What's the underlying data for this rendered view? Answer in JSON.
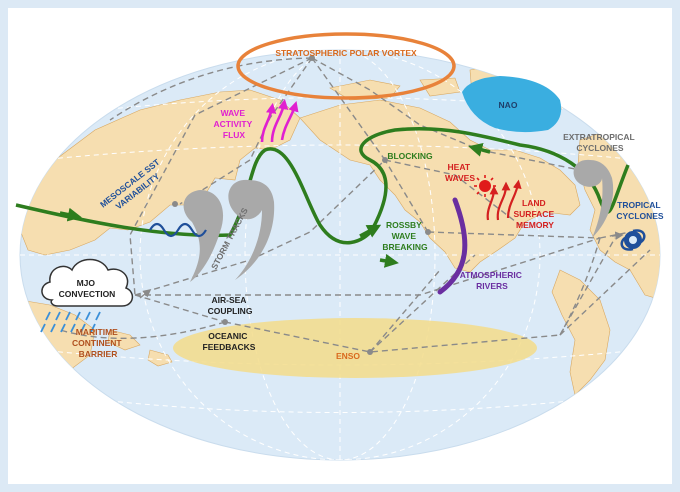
{
  "labels": {
    "polar_vortex": "STRATOSPHERIC POLAR VORTEX",
    "nao": "NAO",
    "wave_activity": [
      "WAVE",
      "ACTIVITY",
      "FLUX"
    ],
    "blocking": "BLOCKING",
    "heat_waves": [
      "HEAT",
      "WAVES"
    ],
    "extratropical": [
      "EXTRATROPICAL",
      "CYCLONES"
    ],
    "tropical": [
      "TROPICAL",
      "CYCLONES"
    ],
    "mesoscale_sst": [
      "MESOSCALE SST",
      "VARIABILITY"
    ],
    "storm_tracks": "STORM TRACKS",
    "rossby": [
      "ROSSBY",
      "WAVE",
      "BREAKING"
    ],
    "land_surface": [
      "LAND",
      "SURFACE",
      "MEMORY"
    ],
    "mjo": [
      "MJO",
      "CONVECTION"
    ],
    "atmospheric_rivers": [
      "ATMOSPHERIC",
      "RIVERS"
    ],
    "air_sea": [
      "AIR-SEA",
      "COUPLING"
    ],
    "oceanic": [
      "OCEANIC",
      "FEEDBACKS"
    ],
    "enso": "ENSO",
    "maritime": [
      "MARITIME",
      "CONTINENT",
      "BARRIER"
    ]
  },
  "colors": {
    "ocean": "#dbeaf7",
    "land": "#f6deb0",
    "jet": "#2e7d1e",
    "vortex": "#e8823a",
    "nao": "#3aaee0",
    "enso": "#f3dc8a",
    "magenta": "#e020d0",
    "red": "#d42020",
    "purple": "#6a2ea0",
    "green_text": "#2e7d1e",
    "blue_text": "#1f4f9a",
    "brown_text": "#b0501e",
    "gray_text": "#6e6e6e",
    "dark_text": "#222222"
  }
}
